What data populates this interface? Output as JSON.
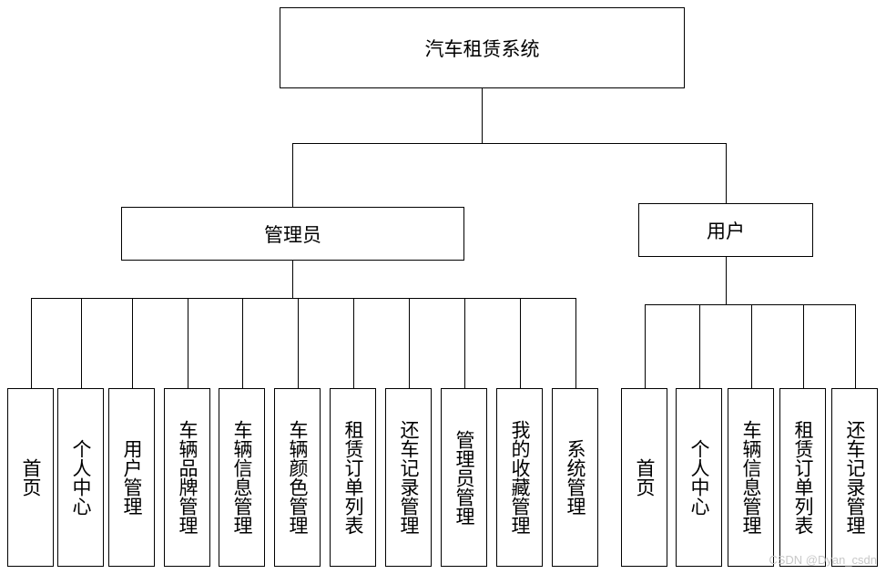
{
  "root": {
    "label": "汽车租赁系统"
  },
  "roles": [
    {
      "label": "管理员",
      "modules": [
        "首页",
        "个人中心",
        "用户管理",
        "车辆品牌管理",
        "车辆信息管理",
        "车辆颜色管理",
        "租赁订单列表",
        "还车记录管理",
        "管理员管理",
        "我的收藏管理",
        "系统管理"
      ]
    },
    {
      "label": "用户",
      "modules": [
        "首页",
        "个人中心",
        "车辆信息管理",
        "租赁订单列表",
        "还车记录管理"
      ]
    }
  ],
  "watermark": "CSDN @Dyan_csdn"
}
